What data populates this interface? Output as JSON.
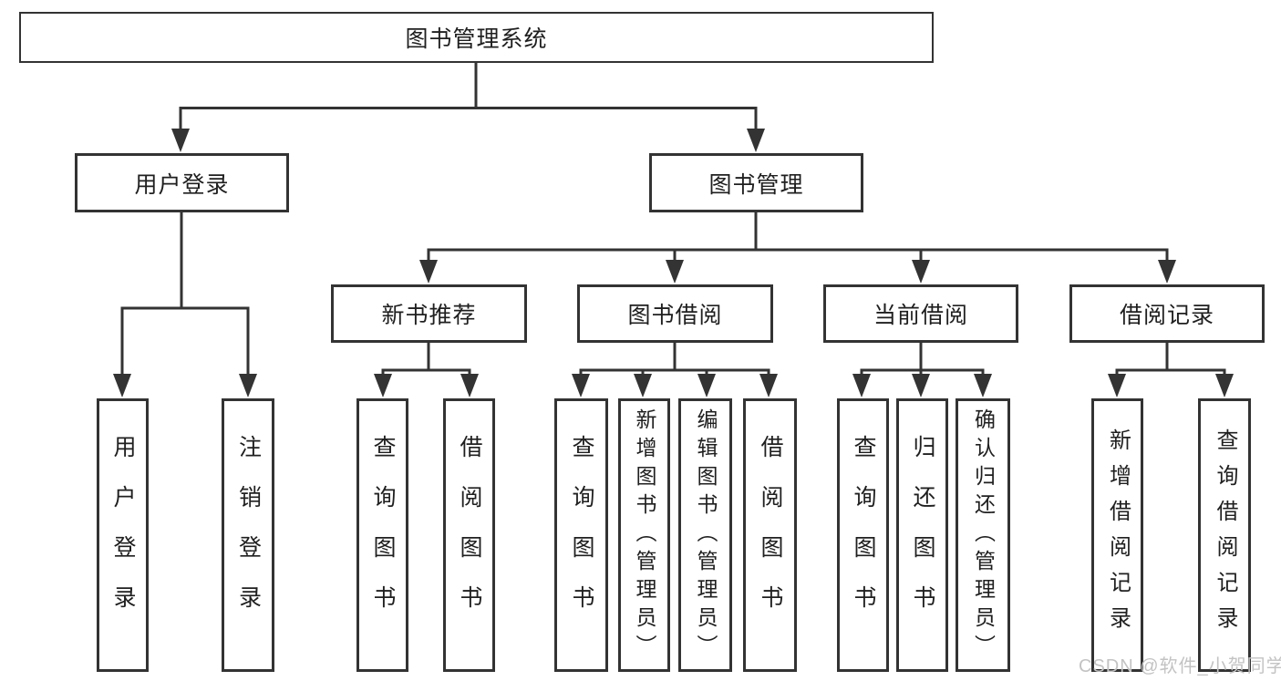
{
  "diagram": {
    "root": "图书管理系统",
    "level2": {
      "user_login": "用户登录",
      "book_management": "图书管理"
    },
    "level3": {
      "new_book_recommend": "新书推荐",
      "book_borrow": "图书借阅",
      "current_borrow": "当前借阅",
      "borrow_records": "借阅记录"
    },
    "level4": {
      "user_login": [
        "用户登录",
        "注销登录"
      ],
      "new_book_recommend": [
        "查询图书",
        "借阅图书"
      ],
      "book_borrow": [
        "查询图书",
        "新增图书（管理员）",
        "编辑图书（管理员）",
        "借阅图书"
      ],
      "current_borrow": [
        "查询图书",
        "归还图书",
        "确认归还（管理员）"
      ],
      "borrow_records": [
        "新增借阅记录",
        "查询借阅记录"
      ]
    },
    "colors": {
      "line": "#333333",
      "text": "#1f1f1f",
      "background": "#ffffff",
      "watermark": "#c3c3c3"
    }
  },
  "watermark": {
    "text": "CSDN @软件_小贺同学"
  }
}
